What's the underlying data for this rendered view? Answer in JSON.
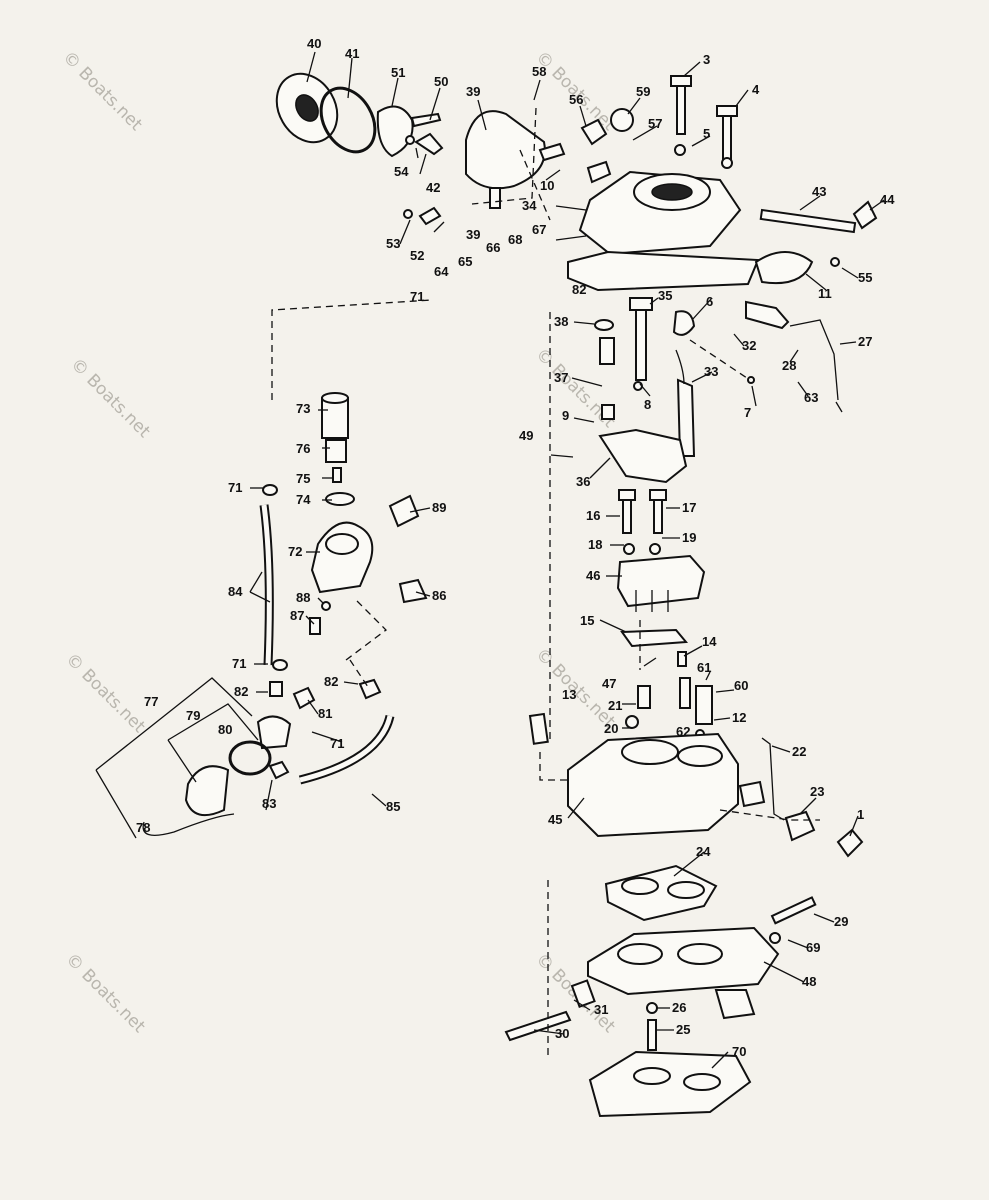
{
  "diagram": {
    "watermark_text": "© Boats.net",
    "colors": {
      "ink": "#111111",
      "paper": "#f4f2ec",
      "watermark": "#b9b6ae"
    },
    "callouts": [
      "1",
      "3",
      "4",
      "5",
      "6",
      "7",
      "8",
      "9",
      "10",
      "11",
      "12",
      "13",
      "14",
      "15",
      "16",
      "17",
      "18",
      "19",
      "20",
      "21",
      "22",
      "23",
      "24",
      "25",
      "26",
      "27",
      "28",
      "29",
      "30",
      "31",
      "32",
      "33",
      "34",
      "35",
      "36",
      "37",
      "38",
      "39",
      "40",
      "41",
      "42",
      "43",
      "44",
      "45",
      "46",
      "47",
      "48",
      "49",
      "50",
      "51",
      "52",
      "53",
      "54",
      "55",
      "56",
      "57",
      "58",
      "59",
      "60",
      "61",
      "62",
      "63",
      "64",
      "65",
      "66",
      "67",
      "68",
      "69",
      "70",
      "71",
      "72",
      "73",
      "74",
      "75",
      "76",
      "77",
      "78",
      "79",
      "80",
      "81",
      "82",
      "83",
      "84",
      "85",
      "86",
      "87",
      "88",
      "89",
      "39",
      "71",
      "71",
      "71",
      "82",
      "82"
    ]
  }
}
